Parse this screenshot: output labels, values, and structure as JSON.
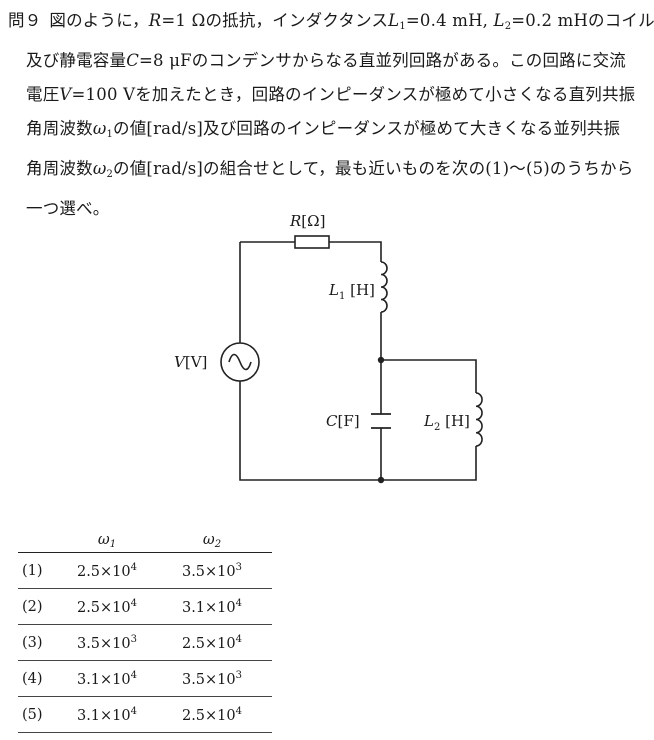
{
  "question": {
    "number": "問９",
    "lines": [
      [
        "図のように，",
        "R",
        "=1 Ωの抵抗，インダクタンス",
        "L",
        "1",
        "=0.4 mH, ",
        "L",
        "2",
        "=0.2 mHのコイル，"
      ],
      [
        "及び静電容量",
        "C",
        "=8 μFのコンデンサからなる直並列回路がある。この回路に交流"
      ],
      [
        "電圧",
        "V",
        "=100 Vを加えたとき，回路のインピーダンスが極めて小さくなる直列共振"
      ],
      [
        "角周波数",
        "ω",
        "1",
        "の値[rad/s]及び回路のインピーダンスが極めて大きくなる並列共振"
      ],
      [
        "角周波数",
        "ω",
        "2",
        "の値[rad/s]の組合せとして，最も近いものを次の(1)～(5)のうちから"
      ],
      [
        "一つ選べ。"
      ]
    ]
  },
  "circuit": {
    "resistor_label": {
      "sym": "R",
      "unit": "[Ω]"
    },
    "inductor1_label": {
      "sym": "L",
      "sub": "1",
      "unit": " [H]"
    },
    "capacitor_label": {
      "sym": "C",
      "unit": "[F]"
    },
    "inductor2_label": {
      "sym": "L",
      "sub": "2",
      "unit": " [H]"
    },
    "source_label": {
      "sym": "V",
      "unit": "[V]"
    }
  },
  "table": {
    "headers": {
      "w1_sym": "ω",
      "w1_sub": "1",
      "w2_sym": "ω",
      "w2_sub": "2"
    },
    "rows": [
      {
        "num": "(1)",
        "w1_m": "2.5×10",
        "w1_e": "4",
        "w2_m": "3.5×10",
        "w2_e": "3"
      },
      {
        "num": "(2)",
        "w1_m": "2.5×10",
        "w1_e": "4",
        "w2_m": "3.1×10",
        "w2_e": "4"
      },
      {
        "num": "(3)",
        "w1_m": "3.5×10",
        "w1_e": "3",
        "w2_m": "2.5×10",
        "w2_e": "4"
      },
      {
        "num": "(4)",
        "w1_m": "3.1×10",
        "w1_e": "4",
        "w2_m": "3.5×10",
        "w2_e": "3"
      },
      {
        "num": "(5)",
        "w1_m": "3.1×10",
        "w1_e": "4",
        "w2_m": "2.5×10",
        "w2_e": "4"
      }
    ]
  }
}
